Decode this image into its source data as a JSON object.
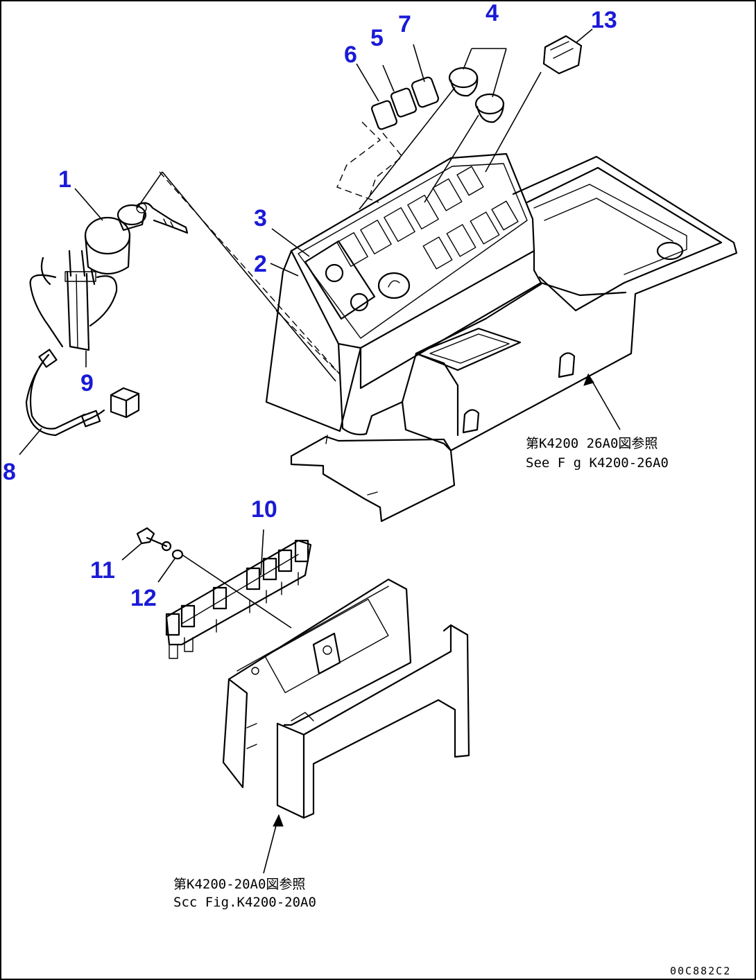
{
  "callouts": [
    {
      "id": "c1",
      "label": "1"
    },
    {
      "id": "c2",
      "label": "2"
    },
    {
      "id": "c3",
      "label": "3"
    },
    {
      "id": "c4",
      "label": "4"
    },
    {
      "id": "c5",
      "label": "5"
    },
    {
      "id": "c6",
      "label": "6"
    },
    {
      "id": "c7",
      "label": "7"
    },
    {
      "id": "c8",
      "label": "8"
    },
    {
      "id": "c9",
      "label": "9"
    },
    {
      "id": "c10",
      "label": "10"
    },
    {
      "id": "c11",
      "label": "11"
    },
    {
      "id": "c12",
      "label": "12"
    },
    {
      "id": "c13",
      "label": "13"
    }
  ],
  "references": {
    "console": {
      "jp": "第K4200 26A0図参照",
      "en": "See F g K4200-26A0"
    },
    "fuse_cover": {
      "jp": "第K4200-20A0図参照",
      "en": "Scc Fig.K4200-20A0"
    }
  },
  "drawing_code": "00C882C2",
  "colors": {
    "callout": "#1a1ad8",
    "line": "#000000",
    "frame": "#000000"
  }
}
